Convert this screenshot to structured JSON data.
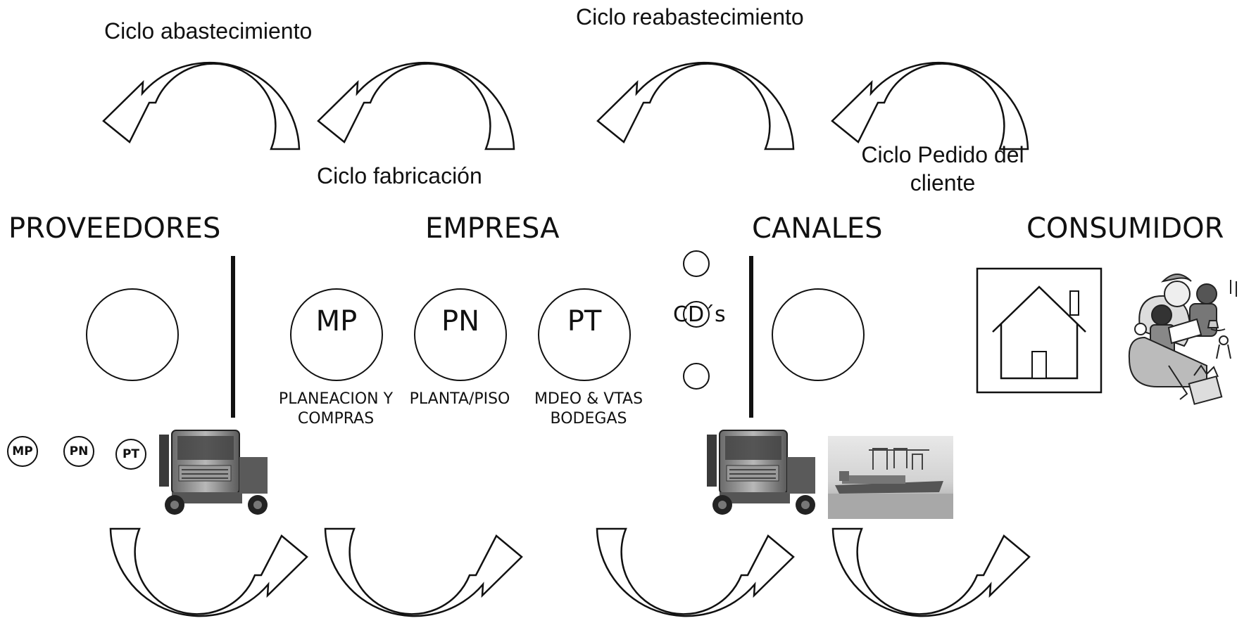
{
  "cycles": {
    "abastecimiento": "Ciclo abastecimiento",
    "reabastecimiento": "Ciclo reabastecimiento",
    "fabricacion": "Ciclo fabricación",
    "pedido_line1": "Ciclo Pedido del",
    "pedido_line2": "cliente"
  },
  "sections": {
    "proveedores": "PROVEEDORES",
    "empresa": "EMPRESA",
    "canales": "CANALES",
    "consumidor": "CONSUMIDOR"
  },
  "stages": [
    {
      "code": "MP",
      "line1": "PLANEACION Y",
      "line2": "COMPRAS"
    },
    {
      "code": "PN",
      "line1": "PLANTA/PISO",
      "line2": ""
    },
    {
      "code": "PT",
      "line1": "MDEO & VTAS",
      "line2": "BODEGAS"
    }
  ],
  "cds_label": "CD´s",
  "mini_circles": [
    "MP",
    "PN",
    "PT"
  ],
  "icons": {
    "truck": "truck-icon",
    "ship": "cargo-ship-icon",
    "house": "house-icon",
    "family": "family-reading-icon"
  }
}
